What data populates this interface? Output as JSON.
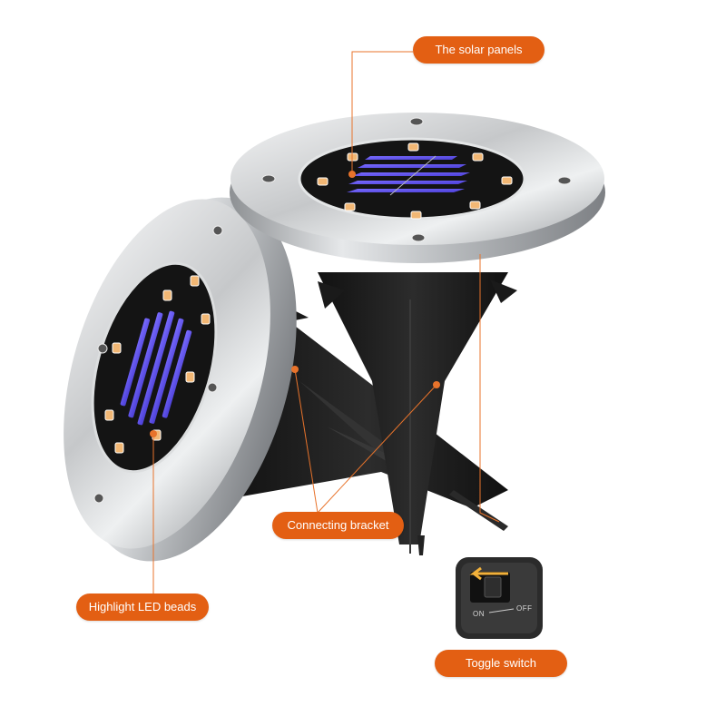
{
  "callouts": {
    "solar_panels": "The solar panels",
    "connecting_bracket": "Connecting bracket",
    "led_beads": "Highlight LED beads",
    "toggle_switch": "Toggle switch"
  },
  "switch": {
    "on_label": "ON",
    "off_label": "OFF"
  },
  "colors": {
    "accent": "#e35f13",
    "leader_line": "#e8732b",
    "solar_cell": "#6a5cf0",
    "led": "#f2b774",
    "housing": "#c9cbcc",
    "stake": "#1c1c1c"
  }
}
